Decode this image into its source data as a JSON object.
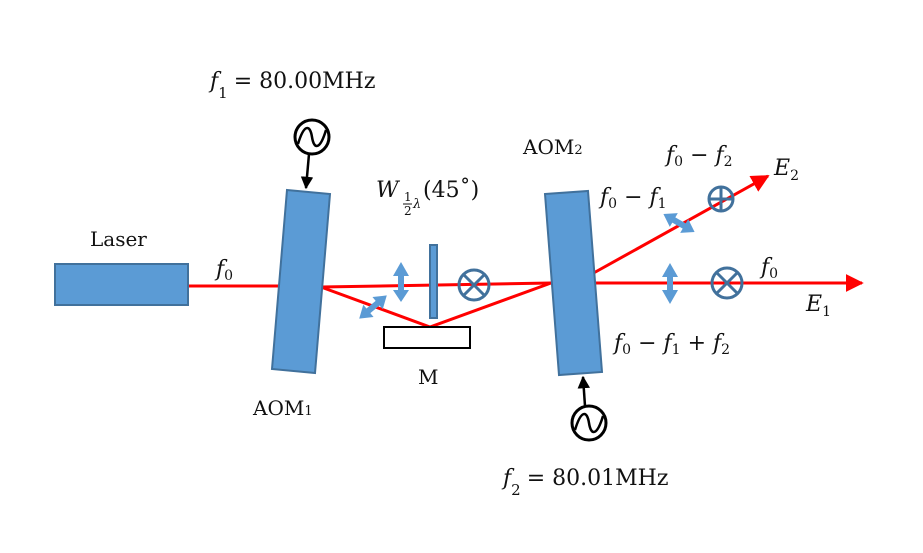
{
  "diagram": {
    "type": "optical-setup",
    "description": "Dual-AOM heterodyne laser frequency shift setup",
    "colors": {
      "beam": "#ff0000",
      "component_fill": "#5b9bd5",
      "component_stroke": "#41719c",
      "mirror_stroke": "#000000"
    },
    "components": {
      "laser": {
        "label": "Laser"
      },
      "aom1": {
        "label": "AOM",
        "sub": "1"
      },
      "aom2": {
        "label": "AOM",
        "sub": "2"
      },
      "mirror": {
        "label": "M"
      },
      "waveplate": {
        "label_main": "W",
        "label_frac_num": "1",
        "label_frac_den": "2",
        "label_lambda": "λ",
        "label_angle": "(45˚)"
      }
    },
    "sources": {
      "rf1": {
        "symbol": "f",
        "sub": "1",
        "value": "= 80.00MHz"
      },
      "rf2": {
        "symbol": "f",
        "sub": "2",
        "value": "= 80.01MHz"
      }
    },
    "beam_labels": {
      "input": {
        "main": "f",
        "sub": "0"
      },
      "after_aom2_upper": {
        "main": "f",
        "sub": "0",
        "op": " − ",
        "main2": "f",
        "sub2": "1"
      },
      "e2_freq": {
        "main": "f",
        "sub": "0",
        "op": " − ",
        "main2": "f",
        "sub2": "2"
      },
      "e1_upper": {
        "main": "f",
        "sub": "0"
      },
      "e1_lower": {
        "main": "f",
        "sub": "0",
        "op": " − ",
        "main2": "f",
        "sub2": "1",
        "op2": " + ",
        "main3": "f",
        "sub3": "2"
      }
    },
    "outputs": {
      "e1": {
        "main": "E",
        "sub": "1"
      },
      "e2": {
        "main": "E",
        "sub": "2"
      }
    }
  }
}
